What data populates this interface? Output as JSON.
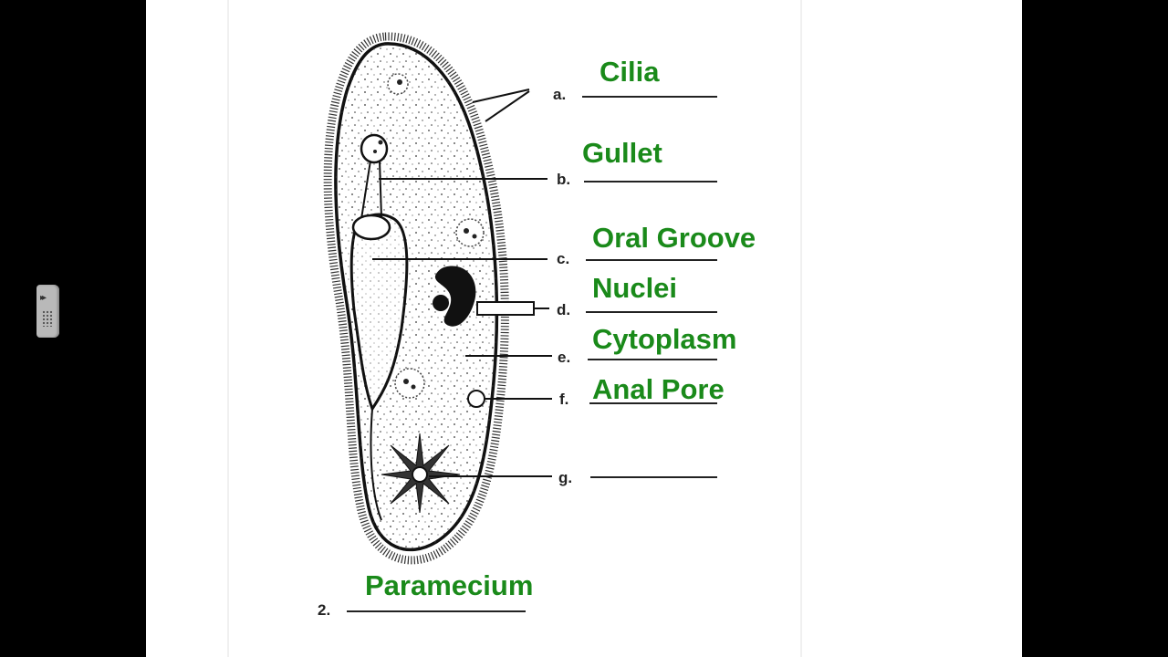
{
  "labels": {
    "a": {
      "letter": "a.",
      "answer": "Cilia"
    },
    "b": {
      "letter": "b.",
      "answer": "Gullet"
    },
    "c": {
      "letter": "c.",
      "answer": "Oral Groove"
    },
    "d": {
      "letter": "d.",
      "answer": "Nuclei"
    },
    "e": {
      "letter": "e.",
      "answer": "Cytoplasm"
    },
    "f": {
      "letter": "f.",
      "answer": "Anal Pore"
    },
    "g": {
      "letter": "g.",
      "answer": ""
    }
  },
  "question": {
    "number": "2.",
    "answer": "Paramecium"
  },
  "colors": {
    "answer": "#1a8a1a",
    "ink": "#222222",
    "page": "#ffffff",
    "background": "#000000"
  },
  "icons": {
    "side_tab": "fast-forward-icon"
  }
}
